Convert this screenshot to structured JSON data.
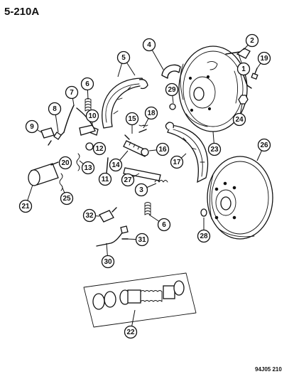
{
  "header": {
    "page_ref": "5-210A"
  },
  "footer": {
    "figure_code": "94J05 210"
  },
  "callouts": [
    {
      "id": "c1",
      "label": "1"
    },
    {
      "id": "c2",
      "label": "2"
    },
    {
      "id": "c3",
      "label": "3"
    },
    {
      "id": "c4",
      "label": "4"
    },
    {
      "id": "c5",
      "label": "5"
    },
    {
      "id": "c6a",
      "label": "6"
    },
    {
      "id": "c6b",
      "label": "6"
    },
    {
      "id": "c7",
      "label": "7"
    },
    {
      "id": "c8",
      "label": "8"
    },
    {
      "id": "c9",
      "label": "9"
    },
    {
      "id": "c10",
      "label": "10"
    },
    {
      "id": "c11",
      "label": "11"
    },
    {
      "id": "c12",
      "label": "12"
    },
    {
      "id": "c13",
      "label": "13"
    },
    {
      "id": "c14",
      "label": "14"
    },
    {
      "id": "c15",
      "label": "15"
    },
    {
      "id": "c16",
      "label": "16"
    },
    {
      "id": "c17",
      "label": "17"
    },
    {
      "id": "c18",
      "label": "18"
    },
    {
      "id": "c19",
      "label": "19"
    },
    {
      "id": "c20",
      "label": "20"
    },
    {
      "id": "c21",
      "label": "21"
    },
    {
      "id": "c22",
      "label": "22"
    },
    {
      "id": "c23",
      "label": "23"
    },
    {
      "id": "c24",
      "label": "24"
    },
    {
      "id": "c25",
      "label": "25"
    },
    {
      "id": "c26",
      "label": "26"
    },
    {
      "id": "c27",
      "label": "27"
    },
    {
      "id": "c28",
      "label": "28"
    },
    {
      "id": "c29",
      "label": "29"
    },
    {
      "id": "c30",
      "label": "30"
    },
    {
      "id": "c31",
      "label": "31"
    },
    {
      "id": "c32",
      "label": "32"
    }
  ]
}
